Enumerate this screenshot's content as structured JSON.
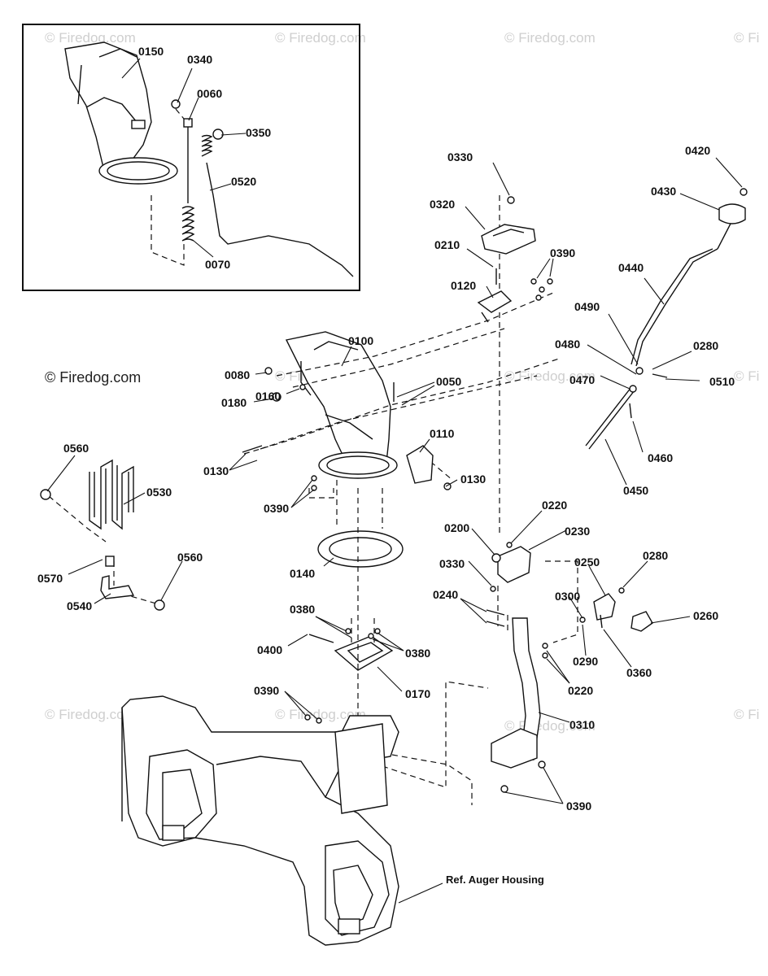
{
  "watermarks": {
    "small": "© Firedog.com",
    "small_clipped": "© Fi",
    "main": "© Firedog.com"
  },
  "reference_note": "Ref. Auger Housing",
  "part_numbers": {
    "p0150": "0150",
    "p0340": "0340",
    "p0060": "0060",
    "p0350": "0350",
    "p0520": "0520",
    "p0070": "0070",
    "p0330_top": "0330",
    "p0320": "0320",
    "p0210": "0210",
    "p0390_top": "0390",
    "p0120": "0120",
    "p0420": "0420",
    "p0430": "0430",
    "p0440": "0440",
    "p0490": "0490",
    "p0480": "0480",
    "p0280_top": "0280",
    "p0510": "0510",
    "p0470": "0470",
    "p0460": "0460",
    "p0450": "0450",
    "p0100": "0100",
    "p0080": "0080",
    "p0180": "0180",
    "p0160": "0160",
    "p0050": "0050",
    "p0110": "0110",
    "p0130_right": "0130",
    "p0130_left": "0130",
    "p0390_mid": "0390",
    "p0140": "0140",
    "p0560_top": "0560",
    "p0530": "0530",
    "p0570": "0570",
    "p0540": "0540",
    "p0560_bottom": "0560",
    "p0380_top": "0380",
    "p0380_right": "0380",
    "p0400": "0400",
    "p0170": "0170",
    "p0390_low": "0390",
    "p0220_top": "0220",
    "p0200": "0200",
    "p0230": "0230",
    "p0330_mid": "0330",
    "p0250": "0250",
    "p0280_mid": "0280",
    "p0240": "0240",
    "p0300": "0300",
    "p0260": "0260",
    "p0290": "0290",
    "p0360": "0360",
    "p0220_bottom": "0220",
    "p0310": "0310",
    "p0390_bottom": "0390"
  }
}
